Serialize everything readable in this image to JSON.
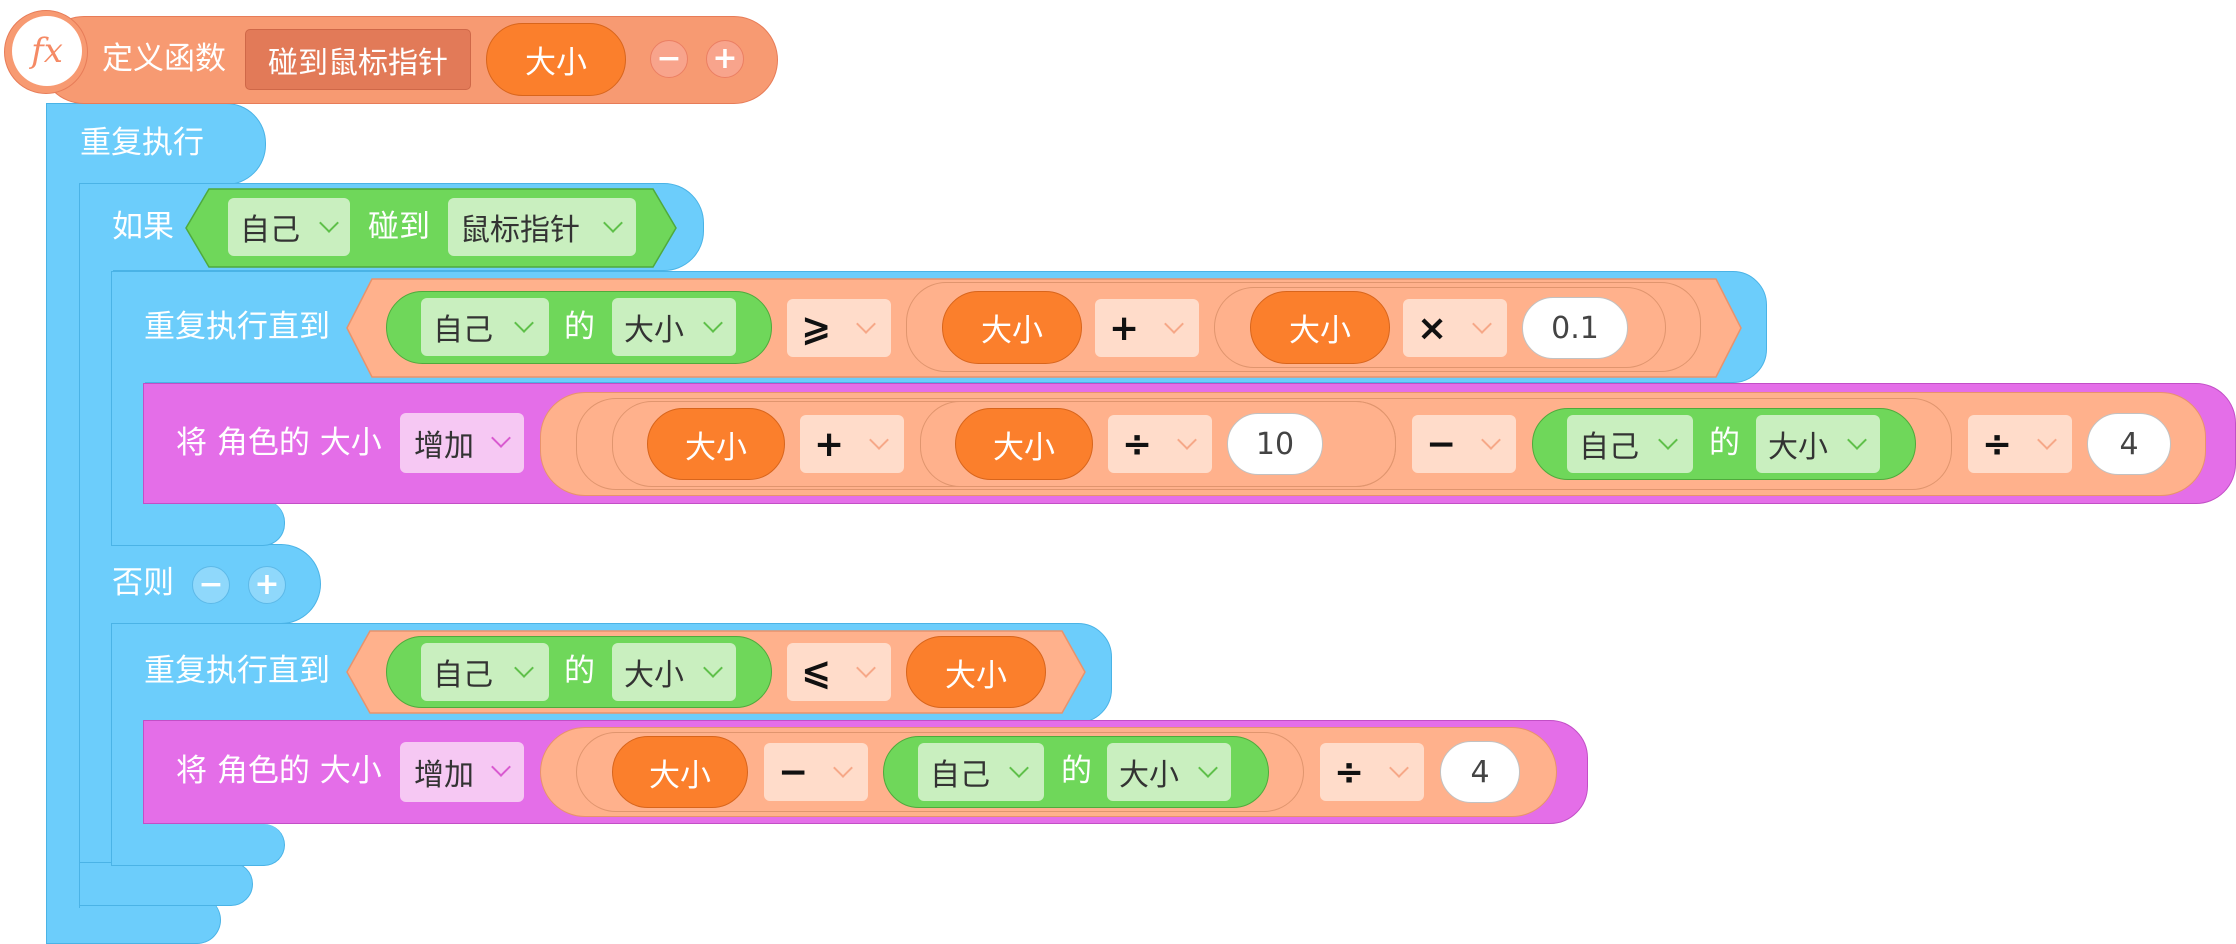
{
  "define_block": {
    "label": "定义函数",
    "function_name": "碰到鼠标指针",
    "param": "大小",
    "minus": "−",
    "plus": "+",
    "fx_icon": "fx"
  },
  "repeat_forever": {
    "label": "重复执行"
  },
  "if_block": {
    "label": "如果",
    "sensor": {
      "target": "自己",
      "verb": "碰到",
      "object": "鼠标指针"
    }
  },
  "repeat_until_1": {
    "label": "重复执行直到",
    "left": {
      "target": "自己",
      "of": "的",
      "prop": "大小"
    },
    "op": "⩾",
    "right": {
      "a": "大小",
      "op1": "+",
      "b": "大小",
      "op2": "×",
      "num": "0.1"
    }
  },
  "change_1": {
    "label": "将 角色的 大小",
    "action": "增加",
    "a": "大小",
    "op1": "+",
    "b": "大小",
    "op2": "÷",
    "n1": "10",
    "op3": "−",
    "target": "自己",
    "of": "的",
    "prop": "大小",
    "op4": "÷",
    "n2": "4"
  },
  "else_block": {
    "label": "否则",
    "minus": "−",
    "plus": "+"
  },
  "repeat_until_2": {
    "label": "重复执行直到",
    "left": {
      "target": "自己",
      "of": "的",
      "prop": "大小"
    },
    "op": "⩽",
    "right": "大小"
  },
  "change_2": {
    "label": "将 角色的 大小",
    "action": "增加",
    "a": "大小",
    "op1": "−",
    "target": "自己",
    "of": "的",
    "prop": "大小",
    "op2": "÷",
    "n": "4"
  },
  "colors": {
    "function_orange": "#f79a72",
    "control_blue": "#6ccdfb",
    "sensing_green": "#6fd75a",
    "operator_salmon": "#ffb18c",
    "looks_magenta": "#e46ee8",
    "param_orange": "#fb7f2c"
  }
}
